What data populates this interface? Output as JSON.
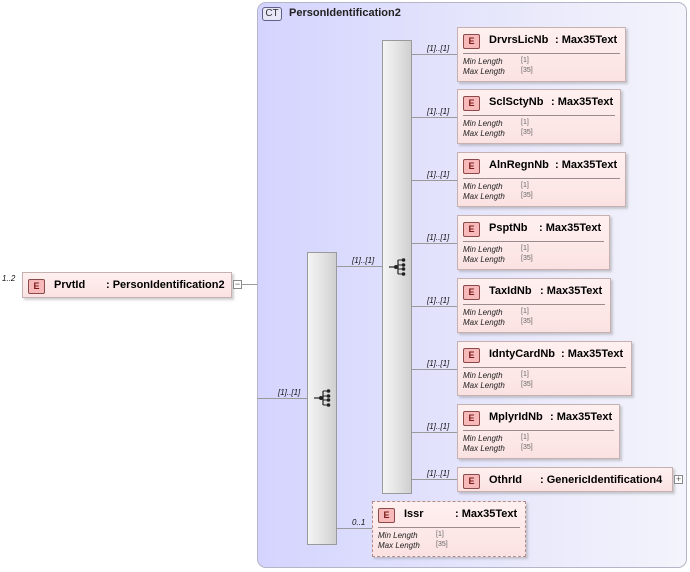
{
  "complex_type": {
    "badge": "CT",
    "name": "PersonIdentification2"
  },
  "root": {
    "occurs": "1..2",
    "badge": "E",
    "name": "PrvtId",
    "type": ": PersonIdentification2",
    "toggle": "−"
  },
  "outer_sequence": {
    "occurs": "[1]..[1]"
  },
  "inner_sequence": {
    "occurs": "[1]..[1]"
  },
  "elements": [
    {
      "occurs": "[1]..[1]",
      "badge": "E",
      "name": "DrvrsLicNb",
      "type": ": Max35Text",
      "facet1": "Min Length",
      "val1": "[1]",
      "facet2": "Max Length",
      "val2": "[35]"
    },
    {
      "occurs": "[1]..[1]",
      "badge": "E",
      "name": "SclSctyNb",
      "type": ": Max35Text",
      "facet1": "Min Length",
      "val1": "[1]",
      "facet2": "Max Length",
      "val2": "[35]"
    },
    {
      "occurs": "[1]..[1]",
      "badge": "E",
      "name": "AlnRegnNb",
      "type": ": Max35Text",
      "facet1": "Min Length",
      "val1": "[1]",
      "facet2": "Max Length",
      "val2": "[35]"
    },
    {
      "occurs": "[1]..[1]",
      "badge": "E",
      "name": "PsptNb",
      "type": ": Max35Text",
      "facet1": "Min Length",
      "val1": "[1]",
      "facet2": "Max Length",
      "val2": "[35]"
    },
    {
      "occurs": "[1]..[1]",
      "badge": "E",
      "name": "TaxIdNb",
      "type": ": Max35Text",
      "facet1": "Min Length",
      "val1": "[1]",
      "facet2": "Max Length",
      "val2": "[35]"
    },
    {
      "occurs": "[1]..[1]",
      "badge": "E",
      "name": "IdntyCardNb",
      "type": ": Max35Text",
      "facet1": "Min Length",
      "val1": "[1]",
      "facet2": "Max Length",
      "val2": "[35]"
    },
    {
      "occurs": "[1]..[1]",
      "badge": "E",
      "name": "MplyrIdNb",
      "type": ": Max35Text",
      "facet1": "Min Length",
      "val1": "[1]",
      "facet2": "Max Length",
      "val2": "[35]"
    }
  ],
  "othr": {
    "occurs": "[1]..[1]",
    "badge": "E",
    "name": "OthrId",
    "type": ": GenericIdentification4",
    "toggle": "+"
  },
  "issr": {
    "occurs": "0..1",
    "badge": "E",
    "name": "Issr",
    "type": ": Max35Text",
    "facet1": "Min Length",
    "val1": "[1]",
    "facet2": "Max Length",
    "val2": "[35]"
  }
}
